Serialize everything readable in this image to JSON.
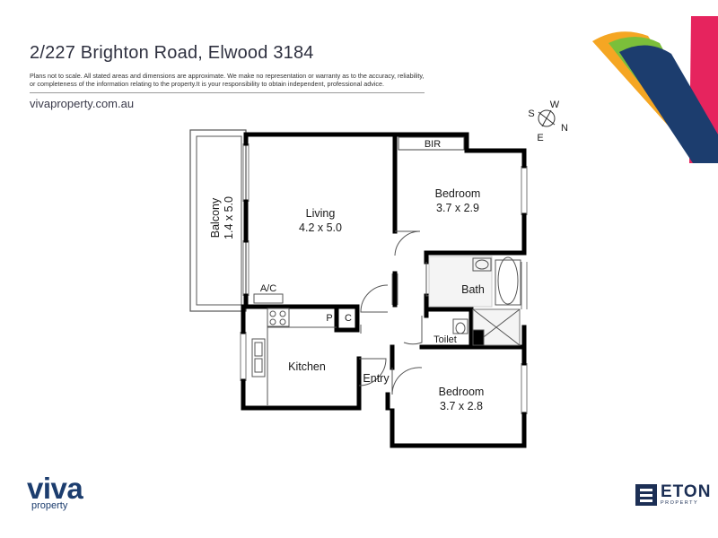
{
  "header": {
    "title": "2/227 Brighton Road, Elwood 3184",
    "disclaimer": "Plans not to scale. All stated areas and dimensions are approximate. We make no representation or warranty as to the accuracy, reliability, or completeness of the information relating to the property.It is your responsibility to obtain independent, professional advice.",
    "website": "vivaproperty.com.au"
  },
  "rooms": {
    "living": {
      "name": "Living",
      "dims": "4.2 x 5.0"
    },
    "bedroom1": {
      "name": "Bedroom",
      "dims": "3.7 x 2.9"
    },
    "bedroom2": {
      "name": "Bedroom",
      "dims": "3.7 x 2.8"
    },
    "balcony": {
      "name": "Balcony",
      "dims": "1.4 x 5.0"
    },
    "kitchen": "Kitchen",
    "bath": "Bath",
    "toilet": "Toilet",
    "entry": "Entry",
    "bir": "BIR",
    "ac": "A/C",
    "pantry": "P",
    "cupboard": "C"
  },
  "compass": {
    "w": "W",
    "s": "S",
    "n": "N",
    "e": "E"
  },
  "logos": {
    "viva": {
      "word": "viva",
      "sub": "property"
    },
    "eton": {
      "word": "ETON",
      "sub": "PROPERTY"
    }
  },
  "colors": {
    "brand_navy": "#1c3d6e",
    "brand_orange": "#f5a623",
    "brand_green": "#7bbf3a",
    "brand_pink": "#e6245e",
    "wall": "#000000"
  }
}
